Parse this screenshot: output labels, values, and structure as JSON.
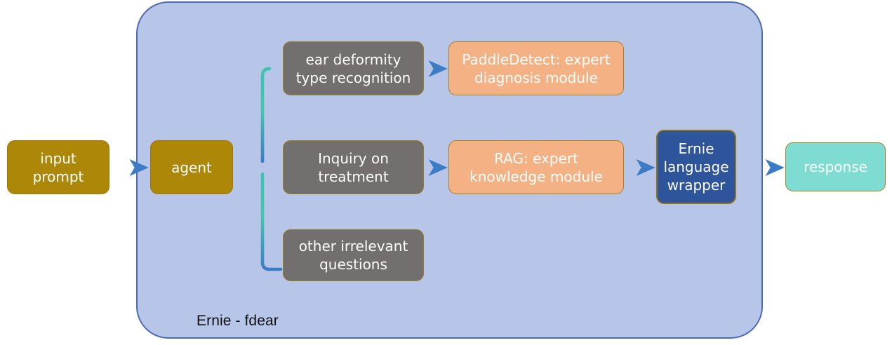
{
  "diagram": {
    "title": "Ernie - fdear",
    "container_label": "Ernie - fdear",
    "colors": {
      "container_fill": "#b7c5e9",
      "container_border": "#4a6bb0",
      "gold": "#ad8707",
      "gray": "#726f6e",
      "orange": "#f4b183",
      "navy": "#2e549b",
      "teal": "#7edcd2",
      "node_border_gold": "#a6811f",
      "arrow_teal": "#45c4ae",
      "arrow_blue": "#3b7cc4"
    },
    "nodes": [
      {
        "id": "input-prompt",
        "label": "input\nprompt",
        "style": "gold"
      },
      {
        "id": "agent",
        "label": "agent",
        "style": "gold"
      },
      {
        "id": "ear-deform",
        "label": "ear deformity\ntype recognition",
        "style": "gray"
      },
      {
        "id": "inquiry",
        "label": "Inquiry on\ntreatment",
        "style": "gray"
      },
      {
        "id": "other-irrel",
        "label": "other irrelevant\nquestions",
        "style": "gray"
      },
      {
        "id": "paddledetect",
        "label": "PaddleDetect: expert\ndiagnosis module",
        "style": "orange"
      },
      {
        "id": "rag",
        "label": "RAG: expert\nknowledge module",
        "style": "orange"
      },
      {
        "id": "ernie-wrapper",
        "label": "Ernie\nlanguage\nwrapper",
        "style": "navy"
      },
      {
        "id": "response",
        "label": "response",
        "style": "teal"
      }
    ],
    "node_labels": {
      "input_prompt_line1": "input",
      "input_prompt_line2": "prompt",
      "agent": "agent",
      "ear_deform_line1": "ear deformity",
      "ear_deform_line2": "type recognition",
      "inquiry_line1": "Inquiry on",
      "inquiry_line2": "treatment",
      "other_irrel_line1": "other irrelevant",
      "other_irrel_line2": "questions",
      "paddledetect_line1": "PaddleDetect: expert",
      "paddledetect_line2": "diagnosis module",
      "rag_line1": "RAG: expert",
      "rag_line2": "knowledge module",
      "ernie_line1": "Ernie",
      "ernie_line2": "language",
      "ernie_line3": "wrapper",
      "response": "response"
    },
    "edges": [
      {
        "id": "input-to-agent",
        "from": "input-prompt",
        "to": "agent",
        "kind": "arrow"
      },
      {
        "id": "agent-branch",
        "from": "agent",
        "to": "ear-deform|inquiry|other-irrel",
        "kind": "branch"
      },
      {
        "id": "ear-to-paddledetect",
        "from": "ear-deform",
        "to": "paddledetect",
        "kind": "arrow"
      },
      {
        "id": "inquiry-to-rag",
        "from": "inquiry",
        "to": "rag",
        "kind": "arrow"
      },
      {
        "id": "rag-to-ernie",
        "from": "rag",
        "to": "ernie-wrapper",
        "kind": "arrow"
      },
      {
        "id": "ernie-to-response",
        "from": "ernie-wrapper",
        "to": "response",
        "kind": "arrow"
      }
    ]
  }
}
